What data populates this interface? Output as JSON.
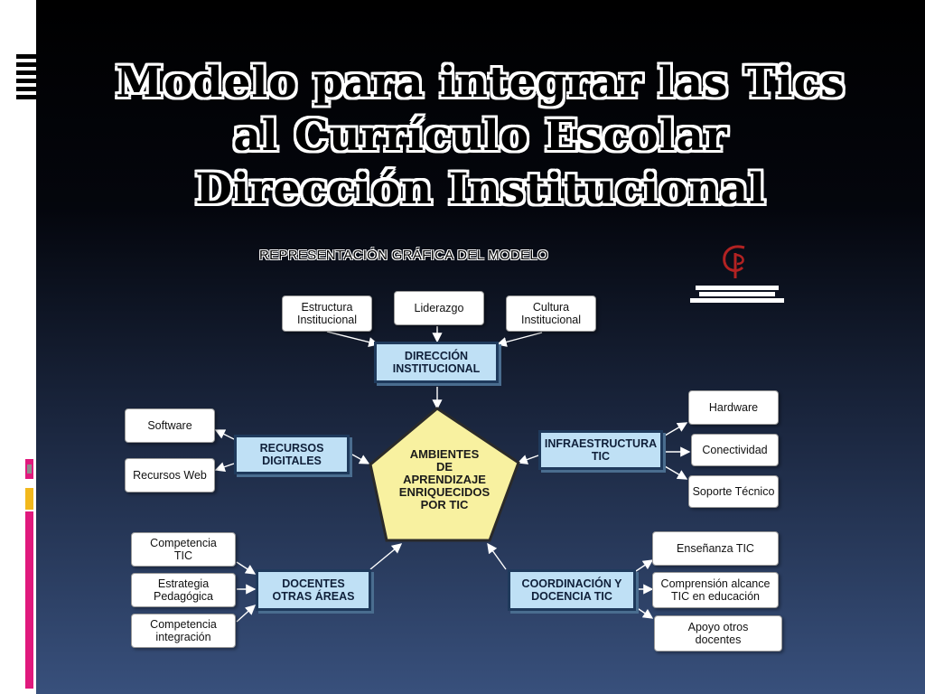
{
  "slide": {
    "title_lines": [
      "Modelo para integrar las Tics",
      "al Currículo Escolar",
      "Dirección Institucional"
    ]
  },
  "diagram": {
    "heading": "REPRESENTACIÓN  GRÁFICA DEL MODELO",
    "center": "AMBIENTES\nDE\nAPRENDIZAJE\nENRIQUECIDOS\nPOR TIC",
    "hubs": {
      "direccion": "DIRECCIÓN\nINSTITUCIONAL",
      "recursos": "RECURSOS\nDIGITALES",
      "infraestructura": "INFRAESTRUCTURA\nTIC",
      "docentes": "DOCENTES\nOTRAS ÁREAS",
      "coordinacion": "COORDINACIÓN Y\nDOCENCIA TIC"
    },
    "leaves": {
      "estructura": "Estructura\nInstitucional",
      "liderazgo": "Liderazgo",
      "cultura": "Cultura\nInstitucional",
      "software": "Software",
      "recursos_web": "Recursos Web",
      "hardware": "Hardware",
      "conectividad": "Conectividad",
      "soporte": "Soporte Técnico",
      "competencia_tic": "Competencia\nTIC",
      "estrategia": "Estrategia\nPedagógica",
      "competencia_integracion": "Competencia\nintegración",
      "ensenanza": "Enseñanza TIC",
      "comprension": "Comprensión alcance\nTIC en educación",
      "apoyo": "Apoyo otros\ndocentes"
    }
  },
  "colors": {
    "accent_pink": "#e0197d",
    "accent_gold": "#f2b81c",
    "accent_gray": "#8c8c8c",
    "hub_fill": "#bfe0f5",
    "center_fill": "#f8f1a0"
  },
  "icons": {
    "logo": "institution-logo-icon"
  }
}
